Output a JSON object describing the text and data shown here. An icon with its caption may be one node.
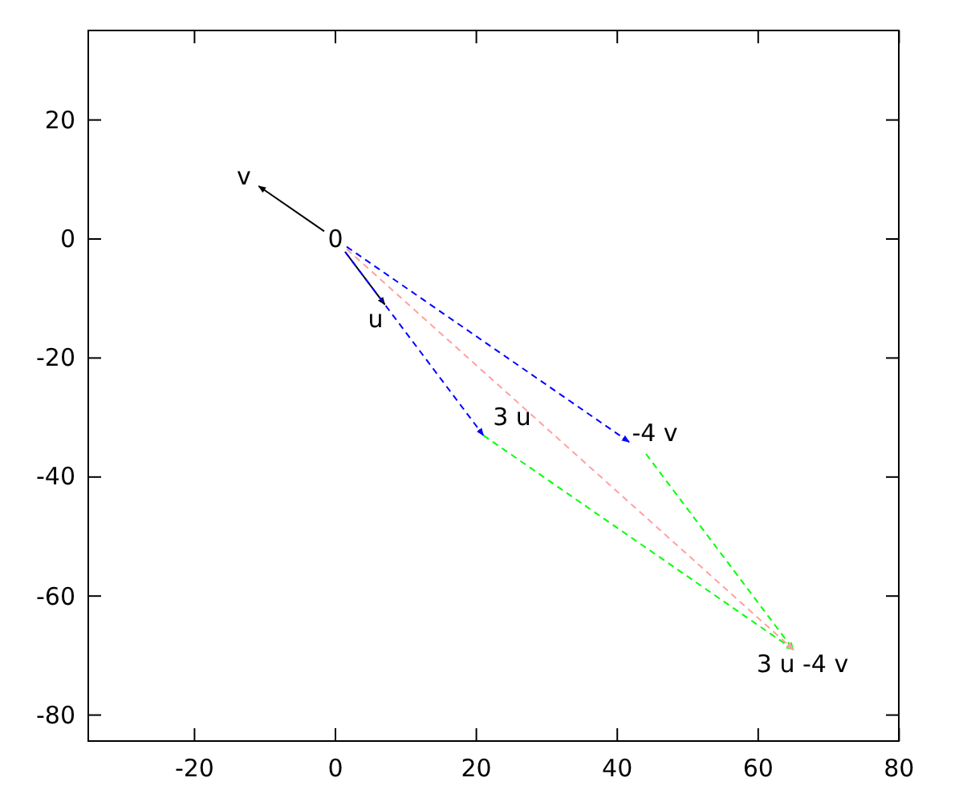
{
  "diagram": {
    "nodes": [
      {
        "text": [
          "v"
        ]
      },
      {
        "text": [
          "0"
        ]
      },
      {
        "text": [
          "u"
        ]
      },
      {
        "text": [
          "3 u"
        ]
      },
      {
        "text": [
          "-4 v"
        ]
      },
      {
        "text": [
          "3 u -4 v"
        ]
      }
    ],
    "edges": [
      {
        "from": 1,
        "to": 0,
        "arrow": "to"
      },
      {
        "from": 1,
        "to": 2,
        "arrow": "to"
      },
      {
        "from": 1,
        "to": 4,
        "arrow": "to",
        "style": "dashed",
        "color": "#0000ff"
      },
      {
        "from": 1,
        "to": 3,
        "arrow": "to",
        "style": "dashed",
        "color": "#0000ff"
      },
      {
        "from": 3,
        "to": 5,
        "arrow": "to",
        "style": "dashed",
        "color": "#00ff00"
      },
      {
        "from": 4,
        "to": 5,
        "arrow": "to",
        "style": "dashed",
        "color": "#00ff00"
      },
      {
        "from": 1,
        "to": 5,
        "arrow": "to",
        "style": "dashed",
        "color": "#ffa0a0"
      }
    ],
    "labels": [
      "20",
      "0",
      "-20",
      "-40",
      "-60",
      "-80",
      "-20",
      "0",
      "20",
      "40",
      "60",
      "80"
    ]
  }
}
